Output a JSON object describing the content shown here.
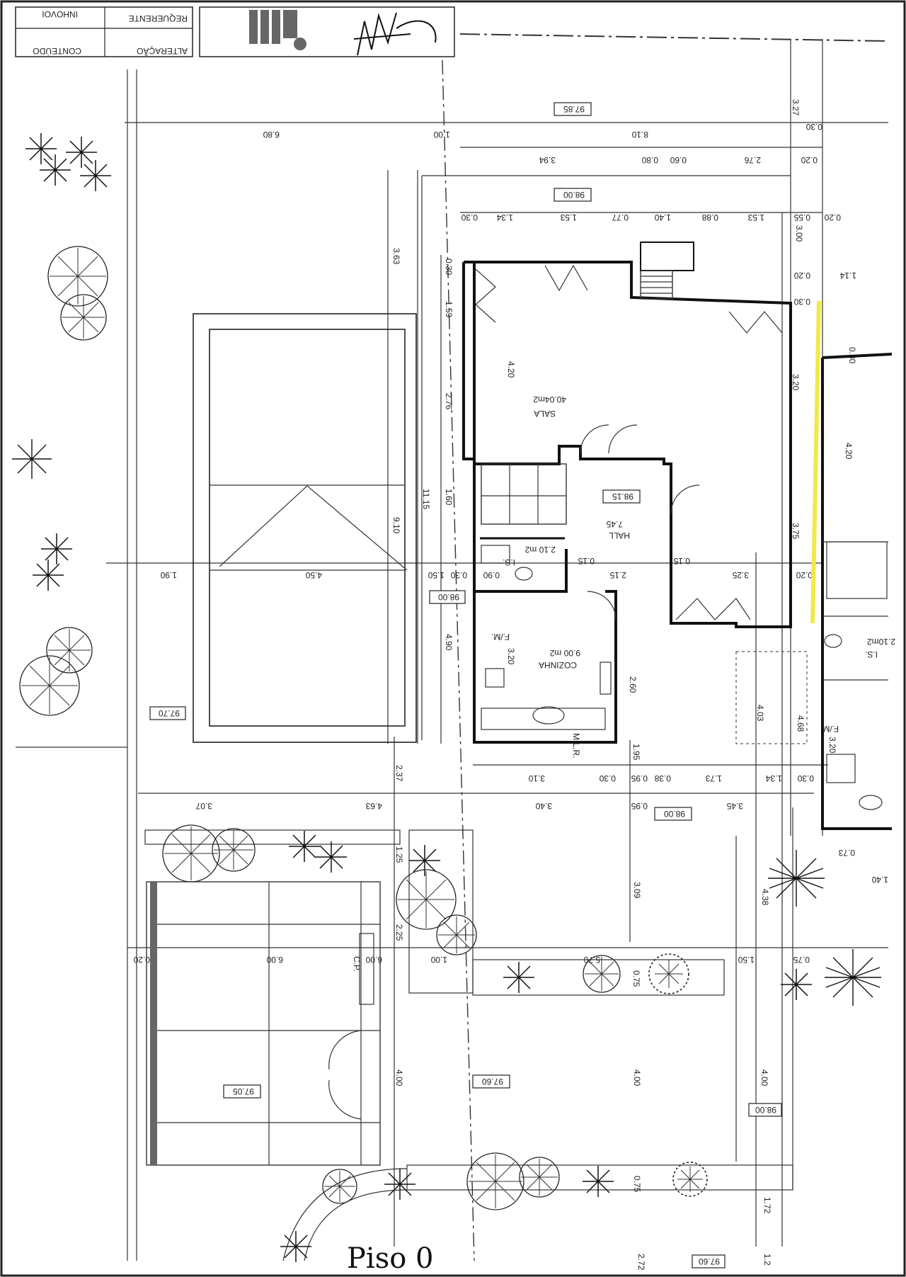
{
  "title_block": {
    "content_label": "CONTEÚDO",
    "alteration_label": "ALTERAÇÃO",
    "requirement_label": "REQUERENTE",
    "field_text": "INHOVOI"
  },
  "rooms": [
    {
      "id": "sala",
      "name": "SALA",
      "area": "40.04m2"
    },
    {
      "id": "hall",
      "name": "HALL",
      "area": "7.45"
    },
    {
      "id": "cozinha",
      "name": "COZINHA",
      "area": "9.00 m2"
    },
    {
      "id": "is",
      "name": "I.S.",
      "area": "2.10 m2"
    },
    {
      "id": "is-right",
      "name": "I.S.",
      "area": "2.10m2"
    }
  ],
  "levels": [
    "97.85",
    "98.00",
    "98.15",
    "98.00",
    "97.70",
    "98.00",
    "97.05",
    "97.60",
    "98.00",
    "97.60"
  ],
  "dimensions": {
    "top_row": [
      "6.80",
      "1.00",
      "8.10",
      "3.27",
      "0.30"
    ],
    "second_row": [
      "3.94",
      "0.80",
      "0.60",
      "2.76",
      "0.20"
    ],
    "third_row": [
      "0.30",
      "1.34",
      "1.53",
      "0.77",
      "1.40",
      "0.88",
      "1.53",
      "0.55",
      "0.20"
    ],
    "left_vertical": [
      "3.63",
      "9.10",
      "11.15",
      "0.30",
      "1.59",
      "2.76",
      "1.60",
      "4.90"
    ],
    "inner_vertical": [
      "4.20",
      "3.20",
      "3.20",
      "3.75",
      "4.20"
    ],
    "mid_row": [
      "1.90",
      "4.50",
      "1.50",
      "0.30",
      "0.90",
      "0.15",
      "2.15",
      "0.15",
      "3.25",
      "0.20"
    ],
    "right_vertical": [
      "3.00",
      "0.20",
      "0.30",
      "1.14",
      "0.30"
    ],
    "kitchen_row": [
      "2.60",
      "4.03",
      "4.68",
      "3.20"
    ],
    "bottom_row_1": [
      "3.10",
      "0.30",
      "0.95",
      "0.38",
      "1.73",
      "1.34",
      "0.30",
      "1.95"
    ],
    "bottom_row_2": [
      "3.07",
      "4.63",
      "3.40",
      "0.95",
      "3.45"
    ],
    "misc": [
      "2.37",
      "1.25",
      "2.25",
      "3.09",
      "4.38",
      "0.73",
      "1.40"
    ],
    "terrace_row": [
      "0.20",
      "6.00",
      "6.00",
      "1.00",
      "5.70",
      "1.50",
      "0.75",
      "0.75"
    ],
    "lower_vertical": [
      "4.00",
      "4.00",
      "4.00",
      "0.75",
      "1.72",
      "2.72",
      "1.2"
    ]
  },
  "annotations": {
    "cp": "C.P.",
    "fm": "F./M.",
    "mlr": "M.L.R."
  },
  "handwriting": {
    "floor": "Piso 0"
  }
}
